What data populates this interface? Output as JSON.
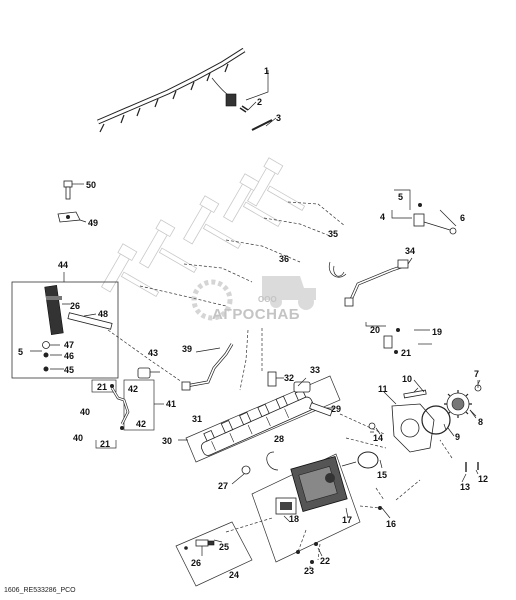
{
  "diagram": {
    "part_numbers": [
      "1",
      "2",
      "3",
      "4",
      "5",
      "6",
      "7",
      "8",
      "9",
      "10",
      "11",
      "12",
      "13",
      "14",
      "15",
      "16",
      "17",
      "18",
      "19",
      "20",
      "21",
      "22",
      "23",
      "24",
      "25",
      "26",
      "27",
      "28",
      "29",
      "30",
      "31",
      "32",
      "33",
      "34",
      "35",
      "36",
      "39",
      "40",
      "41",
      "42",
      "43",
      "44",
      "45",
      "46",
      "47",
      "48",
      "49",
      "50"
    ],
    "callouts": {
      "c1": "1",
      "c2": "2",
      "c3": "3",
      "c4": "4",
      "c5a": "5",
      "c5b": "5",
      "c6": "6",
      "c7": "7",
      "c8": "8",
      "c9": "9",
      "c10": "10",
      "c11": "11",
      "c12": "12",
      "c13": "13",
      "c14": "14",
      "c15": "15",
      "c16": "16",
      "c17": "17",
      "c18": "18",
      "c19": "19",
      "c20": "20",
      "c21a": "21",
      "c21b": "21",
      "c21c": "21",
      "c22": "22",
      "c23": "23",
      "c24": "24",
      "c25": "25",
      "c26a": "26",
      "c26b": "26",
      "c27": "27",
      "c28": "28",
      "c29": "29",
      "c30": "30",
      "c31": "31",
      "c32": "32",
      "c33": "33",
      "c34": "34",
      "c35": "35",
      "c36": "36",
      "c39": "39",
      "c40a": "40",
      "c40b": "40",
      "c41": "41",
      "c42a": "42",
      "c42b": "42",
      "c43": "43",
      "c44": "44",
      "c45": "45",
      "c46": "46",
      "c47": "47",
      "c48": "48",
      "c49": "49",
      "c50": "50"
    }
  },
  "watermark": {
    "company": "ООО",
    "brand": "АГРОСНАБ"
  },
  "footer": {
    "reference": "1606_RE533286_PCO"
  }
}
